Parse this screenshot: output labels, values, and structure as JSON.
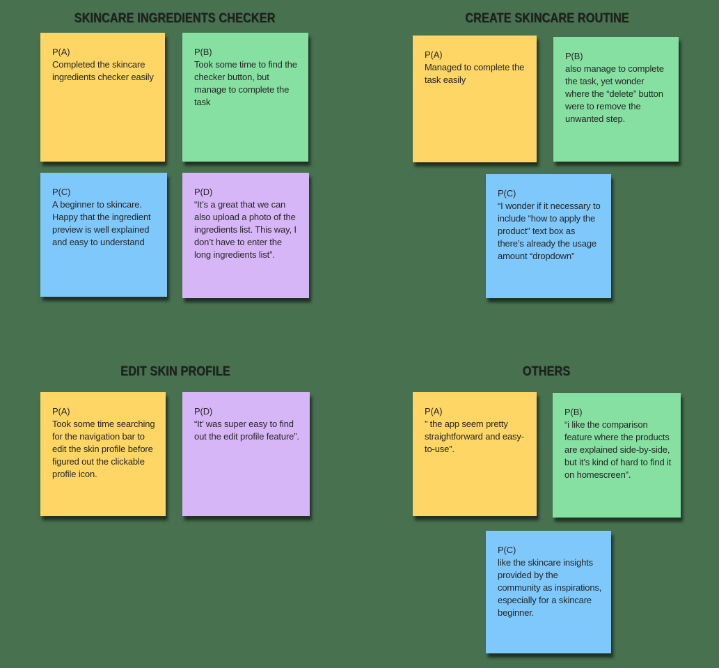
{
  "board": {
    "background_color": "#48714F",
    "title_color": "#1d201e",
    "text_color": "#262626"
  },
  "sections": [
    {
      "title": "SKINCARE INGREDIENTS CHECKER",
      "notes": [
        {
          "participant": "P(A)",
          "color": "#FDD665",
          "color_name": "yellow",
          "text": "Completed the skincare ingredients checker easily"
        },
        {
          "participant": "P(B)",
          "color": "#86E0A1",
          "color_name": "green",
          "text": "Took some time to find the checker button, but manage to complete the task"
        },
        {
          "participant": "P(C)",
          "color": "#7EC8FB",
          "color_name": "blue",
          "text": "A beginner to skincare. Happy that the ingredient preview is well explained and easy to understand"
        },
        {
          "participant": "P(D)",
          "color": "#D7B6F7",
          "color_name": "purple",
          "text": "“It’s a great that we can also upload a photo of the ingredients list. This way, I don’t have to enter the long ingredients list”."
        }
      ]
    },
    {
      "title": "CREATE SKINCARE ROUTINE",
      "notes": [
        {
          "participant": "P(A)",
          "color": "#FDD665",
          "color_name": "yellow",
          "text": "Managed to complete the task easily"
        },
        {
          "participant": "P(B)",
          "color": "#86E0A1",
          "color_name": "green",
          "text": "also manage to complete the task, yet wonder where the “delete” button were to remove the unwanted step."
        },
        {
          "participant": "P(C)",
          "color": "#7EC8FB",
          "color_name": "blue",
          "text": "“I wonder if it necessary to include “how to apply the product” text box as there’s already the usage amount “dropdown”"
        }
      ]
    },
    {
      "title": "EDIT SKIN PROFILE",
      "notes": [
        {
          "participant": "P(A)",
          "color": "#FDD665",
          "color_name": "yellow",
          "text": "Took some time searching for the navigation bar to edit the skin profile before figured out the clickable profile icon."
        },
        {
          "participant": "P(D)",
          "color": "#D7B6F7",
          "color_name": "purple",
          "text": "“It’ was super easy to find out the edit profile feature”."
        }
      ]
    },
    {
      "title": "OTHERS",
      "notes": [
        {
          "participant": "P(A)",
          "color": "#FDD665",
          "color_name": "yellow",
          "text": "” the app seem pretty straightforward and easy-to-use”."
        },
        {
          "participant": "P(B)",
          "color": "#86E0A1",
          "color_name": "green",
          "text": "“i like the comparison feature where the products are explained side-by-side, but it’s kind of hard to find it on homescreen”."
        },
        {
          "participant": "P(C)",
          "color": "#7EC8FB",
          "color_name": "blue",
          "text": "like the skincare insights provided by the community as inspirations, especially for a skincare beginner."
        }
      ]
    }
  ]
}
